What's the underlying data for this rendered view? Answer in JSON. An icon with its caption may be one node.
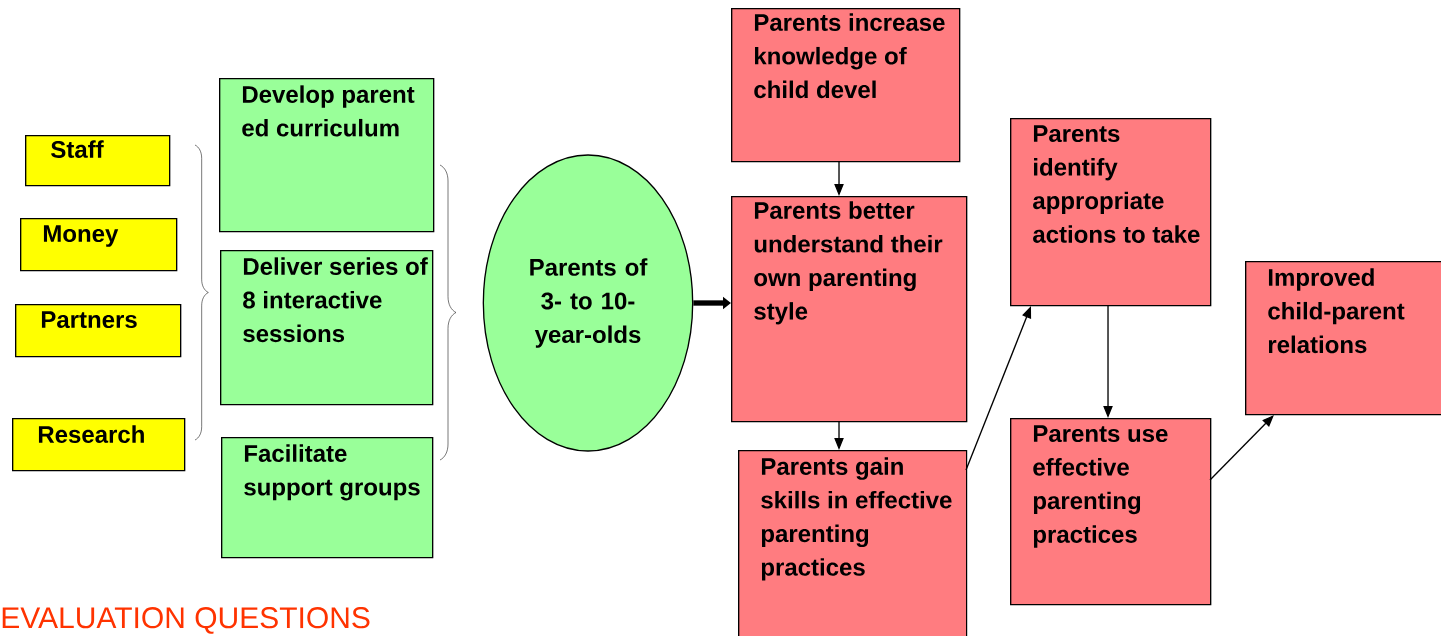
{
  "diagram": {
    "nodes": [
      {
        "text": [
          "Staff"
        ]
      },
      {
        "text": [
          "Money"
        ]
      },
      {
        "text": [
          "Partners"
        ]
      },
      {
        "text": [
          "Research"
        ]
      },
      {
        "text": [
          "Develop parent ed curriculum"
        ]
      },
      {
        "text": [
          "Deliver series of 8 interactive sessions"
        ]
      },
      {
        "text": [
          "Facilitate support groups"
        ]
      },
      {
        "text": [
          "Parents of 3- to 10-year-olds"
        ]
      },
      {
        "text": [
          "Parents increase knowledge of child devel"
        ]
      },
      {
        "text": [
          "Parents better understand their own parenting style"
        ]
      },
      {
        "text": [
          "Parents gain skills in effective parenting practices"
        ]
      },
      {
        "text": [
          "Parents identify appropriate actions to take"
        ]
      },
      {
        "text": [
          "Parents use effective parenting practices"
        ]
      },
      {
        "text": [
          "Improved child-parent relations"
        ]
      }
    ],
    "edges": [
      {
        "from": 7,
        "to": 9,
        "arrow": "to",
        "style": "thick"
      },
      {
        "from": 8,
        "to": 9,
        "arrow": "to"
      },
      {
        "from": 9,
        "to": 10,
        "arrow": "to"
      },
      {
        "from": 10,
        "to": 11,
        "arrow": "to"
      },
      {
        "from": 11,
        "to": 12,
        "arrow": "to"
      },
      {
        "from": 12,
        "to": 13,
        "arrow": "to"
      }
    ],
    "labels": [
      "EVALUATION QUESTIONS"
    ]
  }
}
